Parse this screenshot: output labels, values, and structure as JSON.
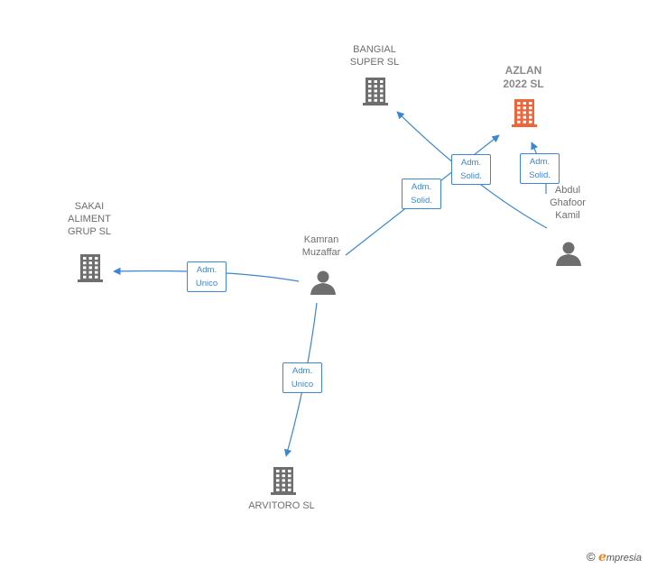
{
  "nodes": [
    {
      "id": "bangial",
      "type": "company",
      "label": "BANGIAL\nSUPER  SL",
      "highlight": false
    },
    {
      "id": "azlan",
      "type": "company",
      "label": "AZLAN\n2022  SL",
      "highlight": true
    },
    {
      "id": "sakai",
      "type": "company",
      "label": "SAKAI\nALIMENT\nGRUP  SL",
      "highlight": false
    },
    {
      "id": "arvitoro",
      "type": "company",
      "label": "ARVITORO SL",
      "highlight": false
    },
    {
      "id": "kamran",
      "type": "person",
      "label": "Kamran\nMuzaffar"
    },
    {
      "id": "abdul",
      "type": "person",
      "label": "Abdul\nGhafoor\nKamil"
    }
  ],
  "edges": [
    {
      "from": "kamran",
      "to": "azlan",
      "label": "Adm.\nSolid."
    },
    {
      "from": "abdul",
      "to": "bangial",
      "label": "Adm.\nSolid."
    },
    {
      "from": "abdul",
      "to": "azlan",
      "label": "Adm.\nSolid."
    },
    {
      "from": "kamran",
      "to": "sakai",
      "label": "Adm.\nUnico"
    },
    {
      "from": "kamran",
      "to": "arvitoro",
      "label": "Adm.\nUnico"
    }
  ],
  "colors": {
    "edge": "#3b86d6",
    "company": "#6e6e6e",
    "highlight": "#f0643a",
    "person": "#6e6e6e"
  },
  "icons": {
    "company": "building-icon",
    "person": "person-icon"
  },
  "brand": {
    "copyright": "©",
    "initial": "e",
    "rest": "mpresia"
  }
}
